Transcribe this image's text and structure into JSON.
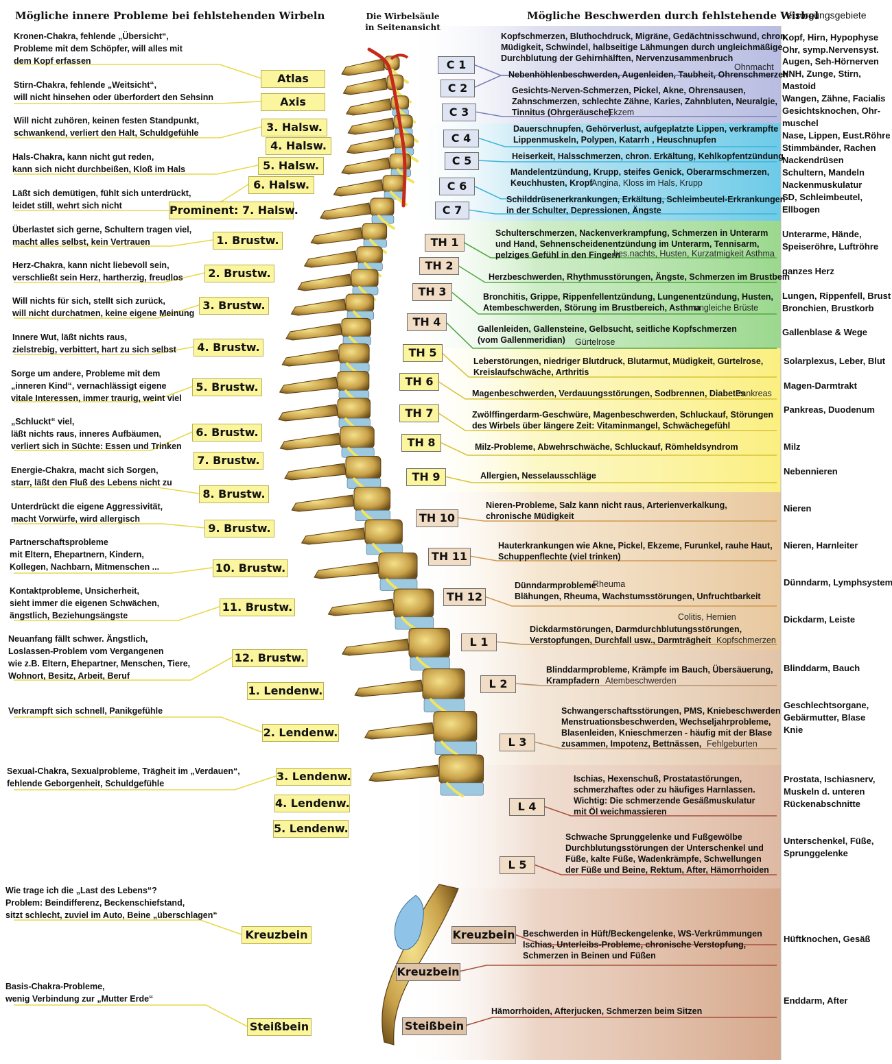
{
  "headers": {
    "left": "Mögliche innere Probleme bei fehlstehenden Wirbeln",
    "center": "Die Wirbelsäule in Seitenansicht",
    "right": "Mögliche Beschwerden durch fehlstehende Wirbel",
    "supply": "Versorgungsgebiete"
  },
  "colors": {
    "left_label_bg": "#fbf59d",
    "cervical_band": "#c8cbe6",
    "cervical_band_low": "#7fd0e8",
    "thoracic_upper_band": "#a6dc9a",
    "thoracic_mid_band": "#fbf3a0",
    "thoracic_lower_band": "#efd6b2",
    "lumbar_band": "#ecd7bf",
    "sacral_band": "#e0b9a0",
    "bone": "#c9a24a",
    "disc": "#9cc8e0",
    "nerve": "#f0e460",
    "artery": "#c62a1a"
  },
  "problems": [
    "Kronen-Chakra, fehlende „Übersicht“,\nProbleme mit dem Schöpfer, will alles mit\ndem Kopf erfassen",
    "Stirn-Chakra, fehlende „Weitsicht“,\nwill nicht hinsehen oder überfordert den Sehsinn",
    "Will nicht zuhören, keinen festen Standpunkt,\nschwankend, verliert den Halt, Schuldgefühle",
    "Hals-Chakra, kann nicht gut reden,\nkann sich nicht durchbeißen, Kloß im Hals",
    "Läßt sich demütigen, fühlt sich unterdrückt,\nleidet still, wehrt sich nicht",
    "Überlastet sich gerne, Schultern tragen viel,\nmacht alles selbst, kein Vertrauen",
    "Herz-Chakra, kann nicht liebevoll sein,\nverschließt sein Herz, hartherzig, freudlos",
    "Will nichts für sich, stellt sich zurück,\nwill nicht durchatmen, keine eigene Meinung",
    "Innere Wut, läßt nichts raus,\nzielstrebig, verbittert, hart zu sich selbst",
    "Sorge um andere, Probleme mit dem\n„inneren Kind“, vernachlässigt eigene\nvitale Interessen, immer traurig, weint viel",
    "„Schluckt“ viel,\nläßt nichts raus, inneres Aufbäumen,\nverliert sich in Süchte: Essen und Trinken",
    "Energie-Chakra, macht sich Sorgen,\nstarr, läßt den Fluß des Lebens nicht zu",
    "Unterdrückt die eigene Aggressivität,\nmacht Vorwürfe, wird allergisch",
    "Partnerschaftsprobleme\nmit Eltern, Ehepartnern, Kindern,\nKollegen, Nachbarn, Mitmenschen ...",
    "Kontaktprobleme, Unsicherheit,\nsieht immer die eigenen Schwächen,\nängstlich, Beziehungsängste",
    "Neuanfang fällt schwer. Ängstlich,\nLoslassen-Problem vom Vergangenen\nwie z.B. Eltern, Ehepartner, Menschen, Tiere,\nWohnort, Besitz, Arbeit, Beruf",
    "Verkrampft sich schnell, Panikgefühle",
    "Sexual-Chakra, Sexualprobleme, Trägheit im „Verdauen“,\nfehlende Geborgenheit, Schuldgefühle",
    "Wie trage ich die „Last des Lebens“?\nProblem: Beindifferenz, Beckenschiefstand,\nsitzt schlecht, zuviel im Auto, Beine „überschlagen“",
    "Basis-Chakra-Probleme,\nwenig Verbindung zur „Mutter Erde“"
  ],
  "vertebra_names": [
    "Atlas",
    "Axis",
    "3. Halsw.",
    "4. Halsw.",
    "5. Halsw.",
    "6. Halsw.",
    "Prominent: 7. Halsw.",
    "1. Brustw.",
    "2. Brustw.",
    "3. Brustw.",
    "4. Brustw.",
    "5. Brustw.",
    "6. Brustw.",
    "7. Brustw.",
    "8. Brustw.",
    "9. Brustw.",
    "10. Brustw.",
    "11. Brustw.",
    "12. Brustw.",
    "1. Lendenw.",
    "2. Lendenw.",
    "3. Lendenw.",
    "4. Lendenw.",
    "5. Lendenw.",
    "Kreuzbein",
    "Steißbein"
  ],
  "codes": [
    "C 1",
    "C 2",
    "C 3",
    "C 4",
    "C 5",
    "C 6",
    "C 7",
    "TH 1",
    "TH 2",
    "TH 3",
    "TH 4",
    "TH 5",
    "TH 6",
    "TH 7",
    "TH 8",
    "TH 9",
    "TH 10",
    "TH 11",
    "TH 12",
    "L 1",
    "L 2",
    "L 3",
    "L 4",
    "L 5",
    "Kreuzbein",
    "Kreuzbein",
    "Steißbein"
  ],
  "complaints": [
    "Kopfschmerzen, Bluthochdruck, Migräne, Gedächtnisschwund, chron.\nMüdigkeit, Schwindel, halbseitige Lähmungen durch ungleichmäßige\nDurchblutung der Gehirnhälften, Nervenzusammenbruch",
    "Nebenhöhlenbeschwerden, Augenleiden, Taubheit, Ohrenschmerzen",
    "Gesichts-Nerven-Schmerzen, Pickel, Akne, Ohrensausen,\nZahnschmerzen, schlechte Zähne, Karies, Zahnbluten, Neuralgie,\nTinnitus (Ohrgeräusche)",
    "Dauerschnupfen, Gehörverlust, aufgeplatzte Lippen, verkrampfte\nLippenmuskeln, Polypen, Katarrh , Heuschnupfen",
    "Heiserkeit, Halsschmerzen, chron. Erkältung, Kehlkopfentzündung",
    "Mandelentzündung, Krupp, steifes Genick, Oberarmschmerzen,\nKeuchhusten, Kropf",
    "Schilddrüsenerkrankungen, Erkältung, Schleimbeutel-Erkrankungen\nin der Schulter, Depressionen, Ängste",
    "Schulterschmerzen, Nackenverkrampfung, Schmerzen in Unterarm\nund Hand, Sehnenscheidenentzündung im Unterarm, Tennisarm,\npelziges Gefühl in den Fingern",
    "Herzbeschwerden, Rhythmusstörungen, Ängste, Schmerzen im Brustbein",
    "Bronchitis, Grippe, Rippenfellentzündung, Lungenentzündung, Husten,\nAtembeschwerden, Störung im Brustbereich, Asthma",
    "Gallenleiden, Gallensteine, Gelbsucht, seitliche Kopfschmerzen\n(vom Gallenmeridian)",
    "Leberstörungen, niedriger Blutdruck, Blutarmut, Müdigkeit, Gürtelrose,\nKreislaufschwäche, Arthritis",
    "Magenbeschwerden, Verdauungsstörungen, Sodbrennen, Diabetes",
    "Zwölffingerdarm-Geschwüre, Magenbeschwerden, Schluckauf, Störungen\ndes Wirbels über längere Zeit: Vitaminmangel, Schwächegefühl",
    "Milz-Probleme, Abwehrschwäche, Schluckauf, Römheldsyndrom",
    "Allergien, Nesselausschläge",
    "Nieren-Probleme, Salz kann nicht raus, Arterienverkalkung,\nchronische Müdigkeit",
    "Hauterkrankungen wie Akne, Pickel, Ekzeme, Furunkel, rauhe Haut,\nSchuppenflechte (viel trinken)",
    "Dünndarmprobleme\nBlähungen, Rheuma, Wachstumsstörungen, Unfruchtbarkeit",
    "Dickdarmstörungen, Darmdurchblutungsstörungen,\nVerstopfungen, Durchfall usw., Darmträgheit",
    "Blinddarmprobleme, Krämpfe im Bauch, Übersäuerung,\nKrampfadern",
    "Schwangerschaftsstörungen, PMS, Kniebeschwerden\nMenstruationsbeschwerden, Wechseljahrprobleme,\nBlasenleiden, Knieschmerzen - häufig mit der Blase\nzusammen, Impotenz, Bettnässen,",
    "Ischias, Hexenschuß, Prostatastörungen,\nschmerzhaftes oder zu häufiges Harnlassen.\nWichtig: Die schmerzende Gesäßmuskulatur\nmit Öl weichmassieren",
    "Schwache Sprunggelenke und Fußgewölbe\nDurchblutungsstörungen der Unterschenkel und\nFüße, kalte Füße, Wadenkrämpfe, Schwellungen\nder Füße und Beine, Rektum, After, Hämorrhoiden",
    "Beschwerden in Hüft/Beckengelenke, WS-Verkrümmungen\nIschias, Unterleibs-Probleme, chronische Verstopfung,\nSchmerzen in Beinen und Füßen",
    "Hämorrhoiden, Afterjucken, Schmerzen beim Sitzen"
  ],
  "additions": [
    "Ohnmacht",
    "Ekzem",
    "Angina, Kloss im Hals, Krupp",
    "bes.nachts, Husten, Kurzatmigkeit Asthma",
    "ungleiche Brüste",
    "Gürtelrose",
    "Pankreas",
    "Rheuma",
    "Colitis, Hernien",
    "Kopfschmerzen",
    "Atembeschwerden",
    "Fehlgeburten"
  ],
  "supply_areas": [
    "Kopf, Hirn, Hypophyse\nOhr, symp.Nervensyst.",
    "Augen, Seh-Hörnerven\nNNH, Zunge, Stirn,\nMastoid",
    "Wangen, Zähne, Facialis\nGesichtsknochen, Ohr-\nmuschel",
    "Nase, Lippen, Eust.Röhre",
    "Stimmbänder, Rachen\nNackendrüsen",
    "Schultern, Mandeln\nNackenmuskulatur",
    "SD, Schleimbeutel,\nEllbogen",
    "Unterarme, Hände,\nSpeiseröhre, Luftröhre",
    "ganzes Herz",
    "Lungen, Rippenfell, Brust\nBronchien, Brustkorb",
    "Gallenblase & Wege",
    "Solarplexus, Leber, Blut",
    "Magen-Darmtrakt",
    "Pankreas, Duodenum",
    "Milz",
    "Nebennieren",
    "Nieren",
    "Nieren, Harnleiter",
    "Dünndarm, Lymphsystem",
    "Dickdarm, Leiste",
    "Blinddarm, Bauch",
    "Geschlechtsorgane,\nGebärmutter, Blase\nKnie",
    "Prostata, Ischiasnerv,\nMuskeln d. unteren\nRückenabschnitte",
    "Unterschenkel, Füße,\nSprunggelenke",
    "Hüftknochen, Gesäß",
    "Enddarm, After"
  ]
}
